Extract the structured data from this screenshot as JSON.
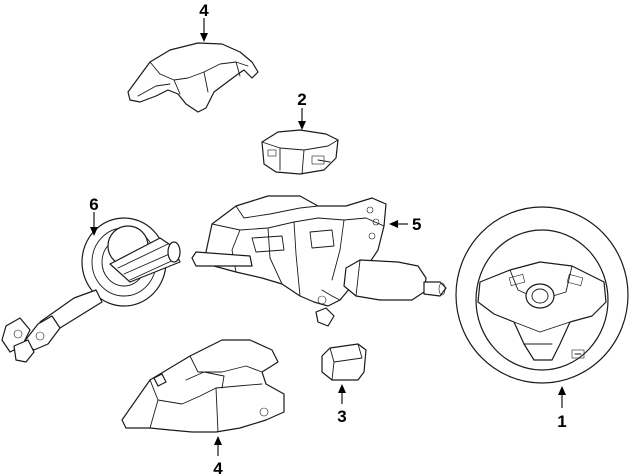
{
  "callouts": [
    {
      "id": "1",
      "label": "1"
    },
    {
      "id": "2",
      "label": "2"
    },
    {
      "id": "3",
      "label": "3"
    },
    {
      "id": "4a",
      "label": "4"
    },
    {
      "id": "4b",
      "label": "4"
    },
    {
      "id": "5",
      "label": "5"
    },
    {
      "id": "6",
      "label": "6"
    }
  ]
}
